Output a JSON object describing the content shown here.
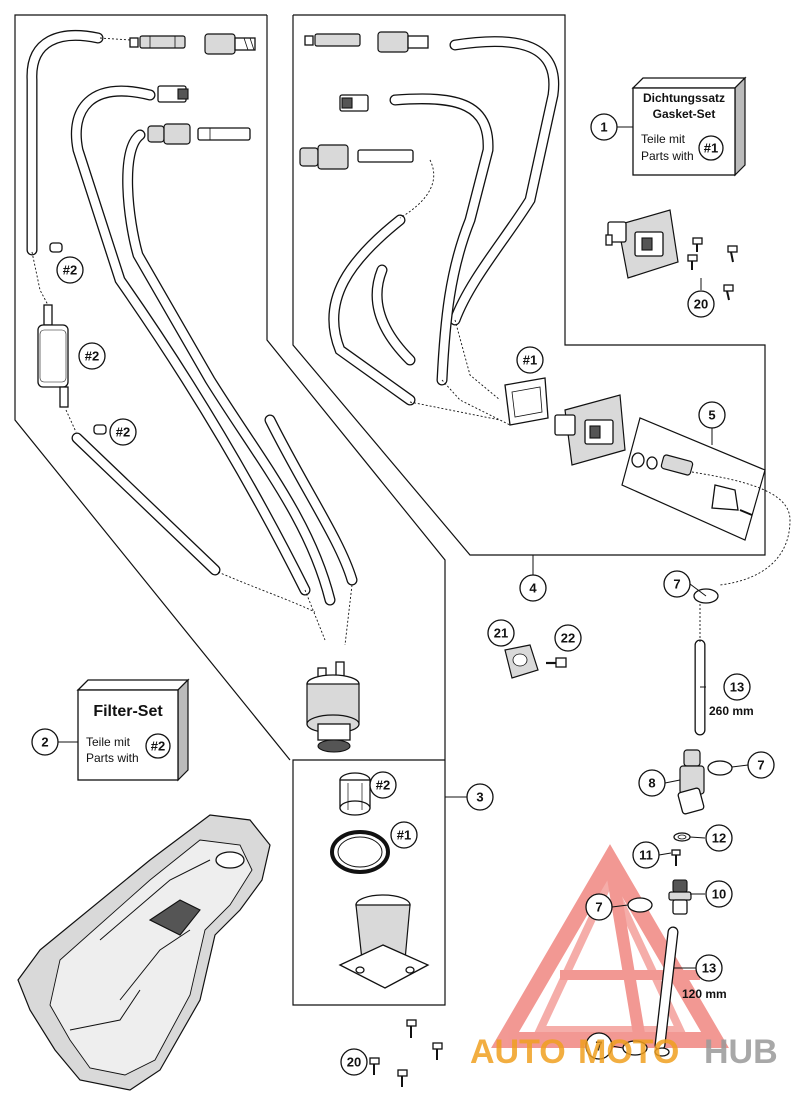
{
  "gasket_set": {
    "title_de": "Dichtungssatz",
    "title_en": "Gasket-Set",
    "parts_de": "Teile mit",
    "parts_en": "Parts with",
    "tag": "#1"
  },
  "filter_set": {
    "title": "Filter-Set",
    "parts_de": "Teile mit",
    "parts_en": "Parts with",
    "tag": "#2"
  },
  "tags": {
    "t1": "#1",
    "t2": "#2"
  },
  "callouts": {
    "c1": "1",
    "c2": "2",
    "c3": "3",
    "c4": "4",
    "c5": "5",
    "c7": "7",
    "c8": "8",
    "c10": "10",
    "c11": "11",
    "c12": "12",
    "c13": "13",
    "c20": "20",
    "c21": "21",
    "c22": "22"
  },
  "lengths": {
    "hose_long": "260 mm",
    "hose_short": "120 mm"
  },
  "watermark": {
    "text": "AUTOMOTOHUB",
    "part1": "AUTO",
    "part2": "MOTO",
    "part3": "HUB",
    "color_primary": "#f0a020",
    "color_secondary": "#e8453c"
  }
}
